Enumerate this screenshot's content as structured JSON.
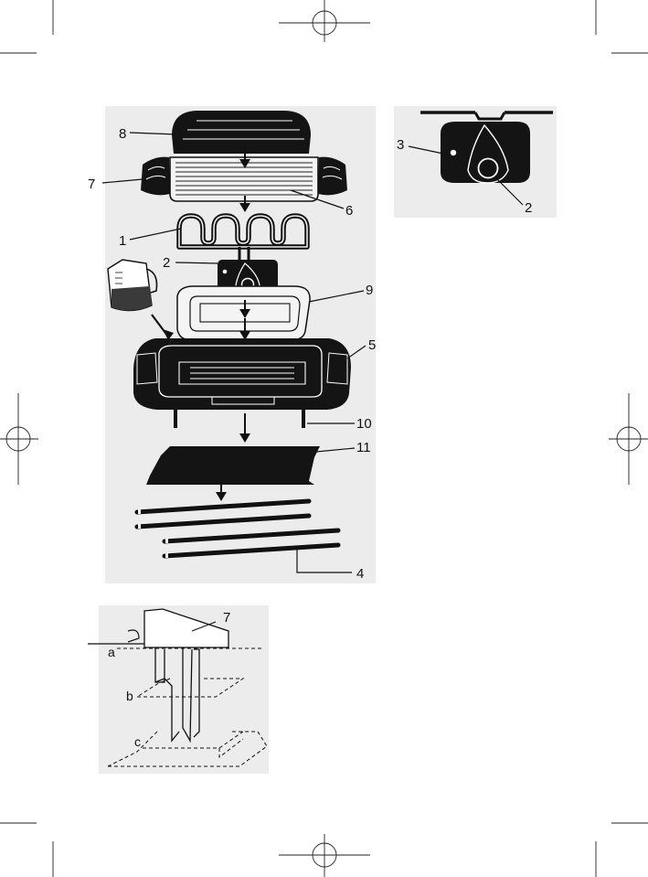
{
  "main_diagram": {
    "callouts": [
      "8",
      "7",
      "6",
      "1",
      "2",
      "9",
      "5",
      "10",
      "11",
      "4"
    ]
  },
  "detail_diagram": {
    "callouts": [
      "3",
      "2"
    ]
  },
  "install_diagram": {
    "callouts": [
      "7",
      "a",
      "b",
      "c"
    ]
  }
}
